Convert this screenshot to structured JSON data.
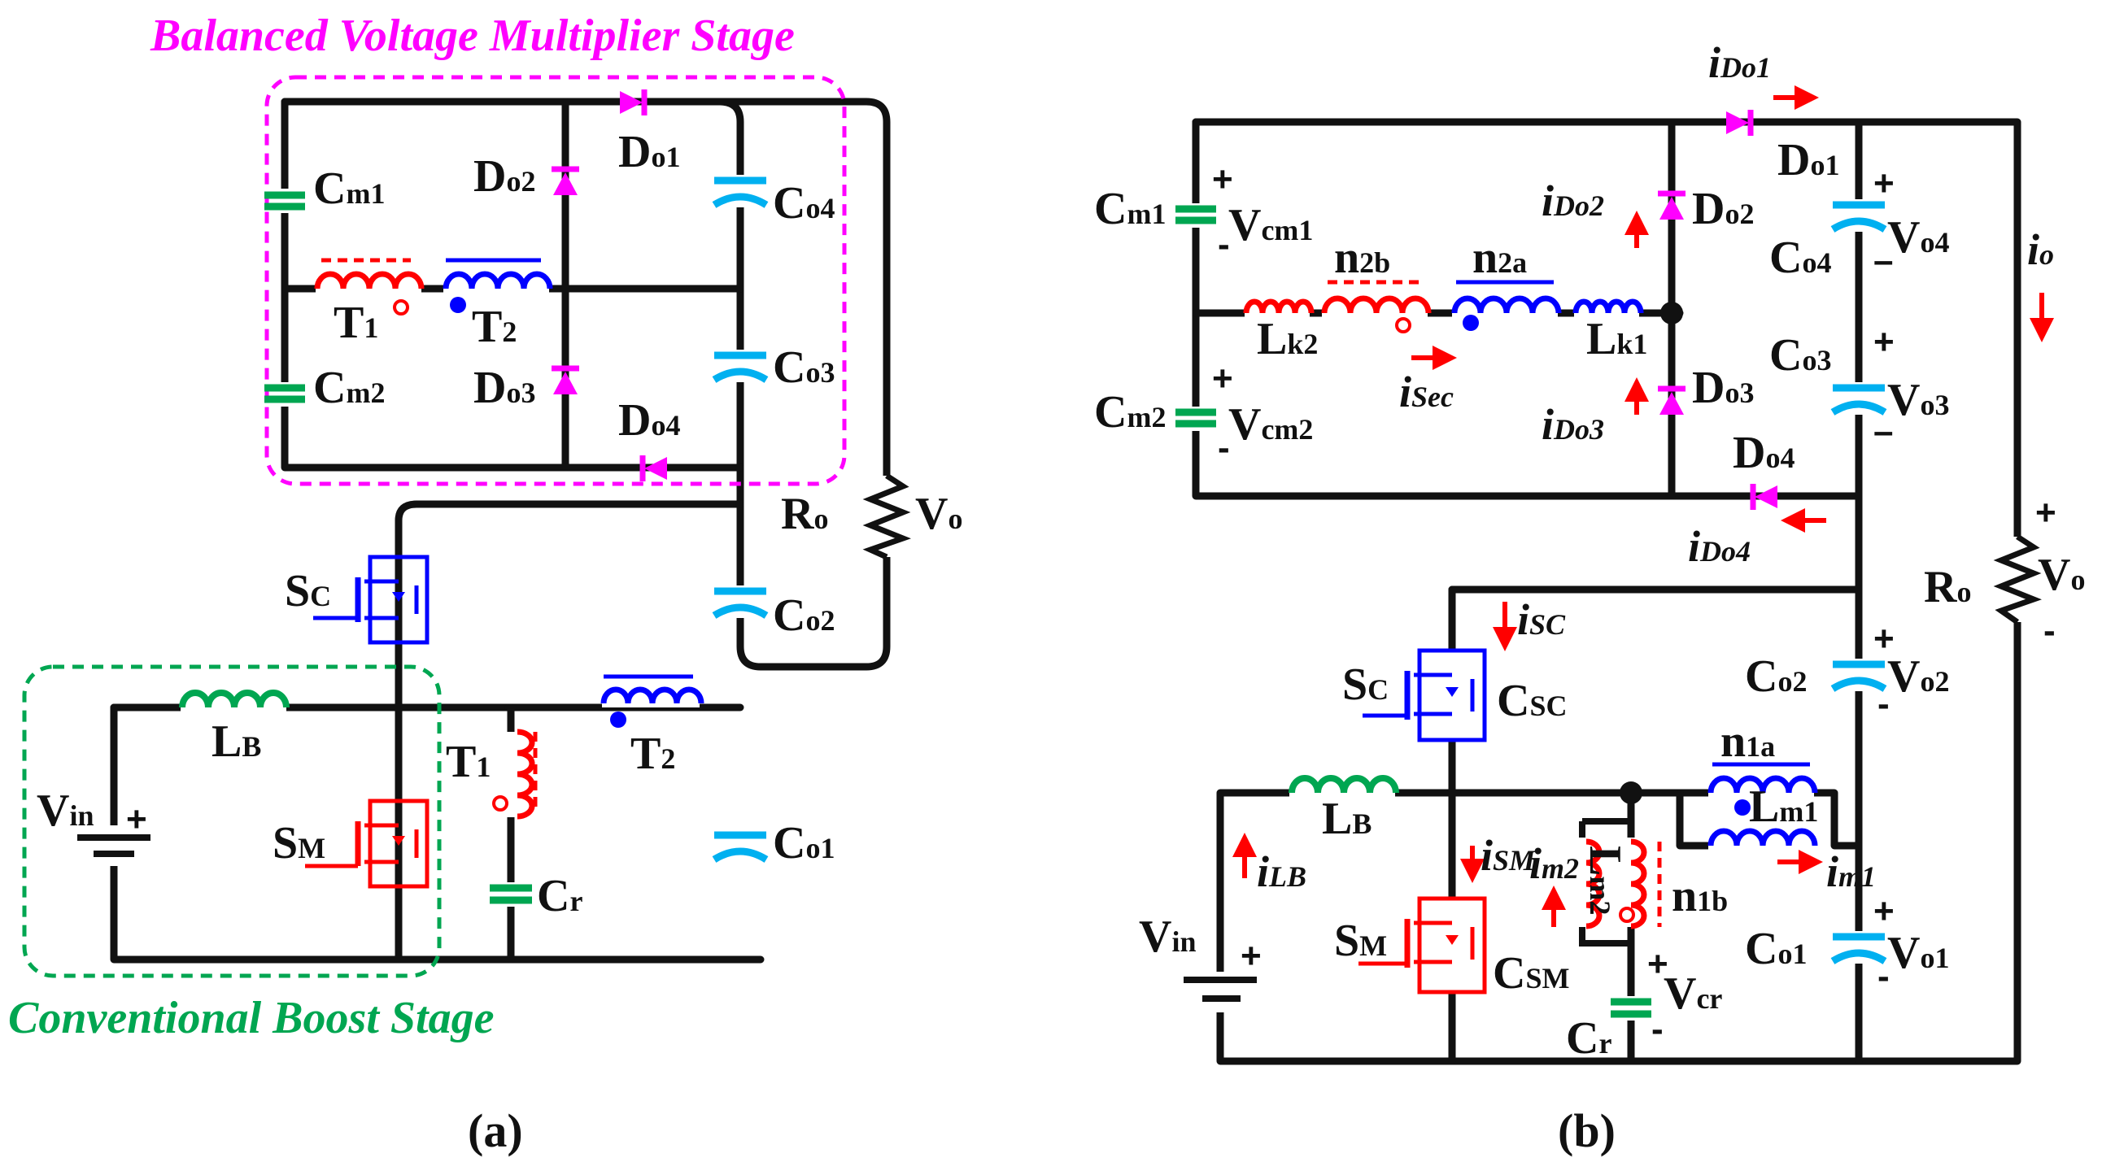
{
  "panel_a": {
    "caption": "(a)",
    "stage_multiplier": "Balanced Voltage Multiplier Stage",
    "stage_boost": "Conventional Boost Stage",
    "labels": {
      "cm1": [
        "C",
        "m1"
      ],
      "cm2": [
        "C",
        "m2"
      ],
      "do1": [
        "D",
        "o1"
      ],
      "do2": [
        "D",
        "o2"
      ],
      "do3": [
        "D",
        "o3"
      ],
      "do4": [
        "D",
        "o4"
      ],
      "co1": [
        "C",
        "o1"
      ],
      "co2": [
        "C",
        "o2"
      ],
      "co3": [
        "C",
        "o3"
      ],
      "co4": [
        "C",
        "o4"
      ],
      "t1_top": [
        "T",
        "1"
      ],
      "t2_top": [
        "T",
        "2"
      ],
      "t1_bot": [
        "T",
        "1"
      ],
      "t2_bot": [
        "T",
        "2"
      ],
      "ro": [
        "R",
        "o"
      ],
      "vo": [
        "V",
        "o"
      ],
      "sc": [
        "S",
        "C"
      ],
      "sm": [
        "S",
        "M"
      ],
      "lb": [
        "L",
        "B"
      ],
      "vin": [
        "V",
        "in"
      ],
      "cr": [
        "C",
        "r"
      ]
    }
  },
  "panel_b": {
    "caption": "(b)",
    "labels": {
      "cm1": [
        "C",
        "m1"
      ],
      "cm2": [
        "C",
        "m2"
      ],
      "vcm1": [
        "V",
        "cm1"
      ],
      "vcm2": [
        "V",
        "cm2"
      ],
      "n2b": [
        "n",
        "2b"
      ],
      "n2a": [
        "n",
        "2a"
      ],
      "lk2": [
        "L",
        "k2"
      ],
      "lk1": [
        "L",
        "k1"
      ],
      "do1": [
        "D",
        "o1"
      ],
      "do2": [
        "D",
        "o2"
      ],
      "do3": [
        "D",
        "o3"
      ],
      "do4": [
        "D",
        "o4"
      ],
      "co1": [
        "C",
        "o1"
      ],
      "co2": [
        "C",
        "o2"
      ],
      "co3": [
        "C",
        "o3"
      ],
      "co4": [
        "C",
        "o4"
      ],
      "vo1": [
        "V",
        "o1"
      ],
      "vo2": [
        "V",
        "o2"
      ],
      "vo3": [
        "V",
        "o3"
      ],
      "vo4": [
        "V",
        "o4"
      ],
      "ro": [
        "R",
        "o"
      ],
      "vo": [
        "V",
        "o"
      ],
      "sc": [
        "S",
        "C"
      ],
      "csc": [
        "C",
        "SC"
      ],
      "sm": [
        "S",
        "M"
      ],
      "csm": [
        "C",
        "SM"
      ],
      "lb": [
        "L",
        "B"
      ],
      "vin": [
        "V",
        "in"
      ],
      "n1a": [
        "n",
        "1a"
      ],
      "n1b": [
        "n",
        "1b"
      ],
      "lm1": [
        "L",
        "m1"
      ],
      "lm2": [
        "L",
        "m2"
      ],
      "cr": [
        "C",
        "r"
      ],
      "vcr": [
        "V",
        "cr"
      ]
    },
    "currents": {
      "ido1": [
        "i",
        "Do1"
      ],
      "ido2": [
        "i",
        "Do2"
      ],
      "ido3": [
        "i",
        "Do3"
      ],
      "ido4": [
        "i",
        "Do4"
      ],
      "isec": [
        "i",
        "Sec"
      ],
      "io": [
        "i",
        "o"
      ],
      "isc": [
        "i",
        "SC"
      ],
      "ism": [
        "i",
        "SM"
      ],
      "ilb": [
        "i",
        "LB"
      ],
      "im1": [
        "i",
        "m1"
      ],
      "im2": [
        "i",
        "m2"
      ]
    }
  },
  "colors": {
    "wire": "#111111",
    "diode": "#ff00ff",
    "cap_blue": "#00b0f0",
    "cap_green": "#00a651",
    "winding_red": "#ff0000",
    "winding_blue": "#0000ff",
    "switch_blue": "#0000ff",
    "switch_red": "#ff0000",
    "arrow": "#ff0000"
  }
}
